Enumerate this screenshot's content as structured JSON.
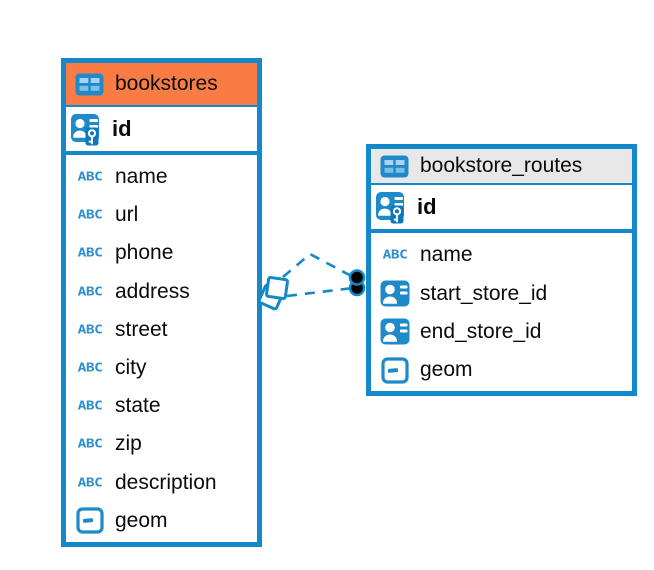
{
  "diagram": {
    "tables": [
      {
        "name": "bookstores",
        "header_color": "#F87C44",
        "primary_key": {
          "name": "id",
          "type": "primary-key"
        },
        "fields": [
          {
            "name": "name",
            "type": "string"
          },
          {
            "name": "url",
            "type": "string"
          },
          {
            "name": "phone",
            "type": "string"
          },
          {
            "name": "address",
            "type": "string"
          },
          {
            "name": "street",
            "type": "string"
          },
          {
            "name": "city",
            "type": "string"
          },
          {
            "name": "state",
            "type": "string"
          },
          {
            "name": "zip",
            "type": "string"
          },
          {
            "name": "description",
            "type": "string"
          },
          {
            "name": "geom",
            "type": "geometry"
          }
        ]
      },
      {
        "name": "bookstore_routes",
        "header_color": "#E8E8E8",
        "primary_key": {
          "name": "id",
          "type": "primary-key"
        },
        "fields": [
          {
            "name": "name",
            "type": "string"
          },
          {
            "name": "start_store_id",
            "type": "foreign-key"
          },
          {
            "name": "end_store_id",
            "type": "foreign-key"
          },
          {
            "name": "geom",
            "type": "geometry"
          }
        ]
      }
    ],
    "relationship": {
      "from_table": "bookstores",
      "to_table": "bookstore_routes",
      "line_style": "dashed",
      "line_count": 2,
      "from_marker": "double-diamond",
      "to_marker": "double-dot"
    }
  },
  "icons": {
    "text_type_label": "ABC"
  },
  "colors": {
    "accent_blue": "#1389CB",
    "bookstores_header": "#F87C44",
    "routes_header": "#E8E8E8",
    "marker_fill": "#000000",
    "text": "#0B0B0B"
  }
}
